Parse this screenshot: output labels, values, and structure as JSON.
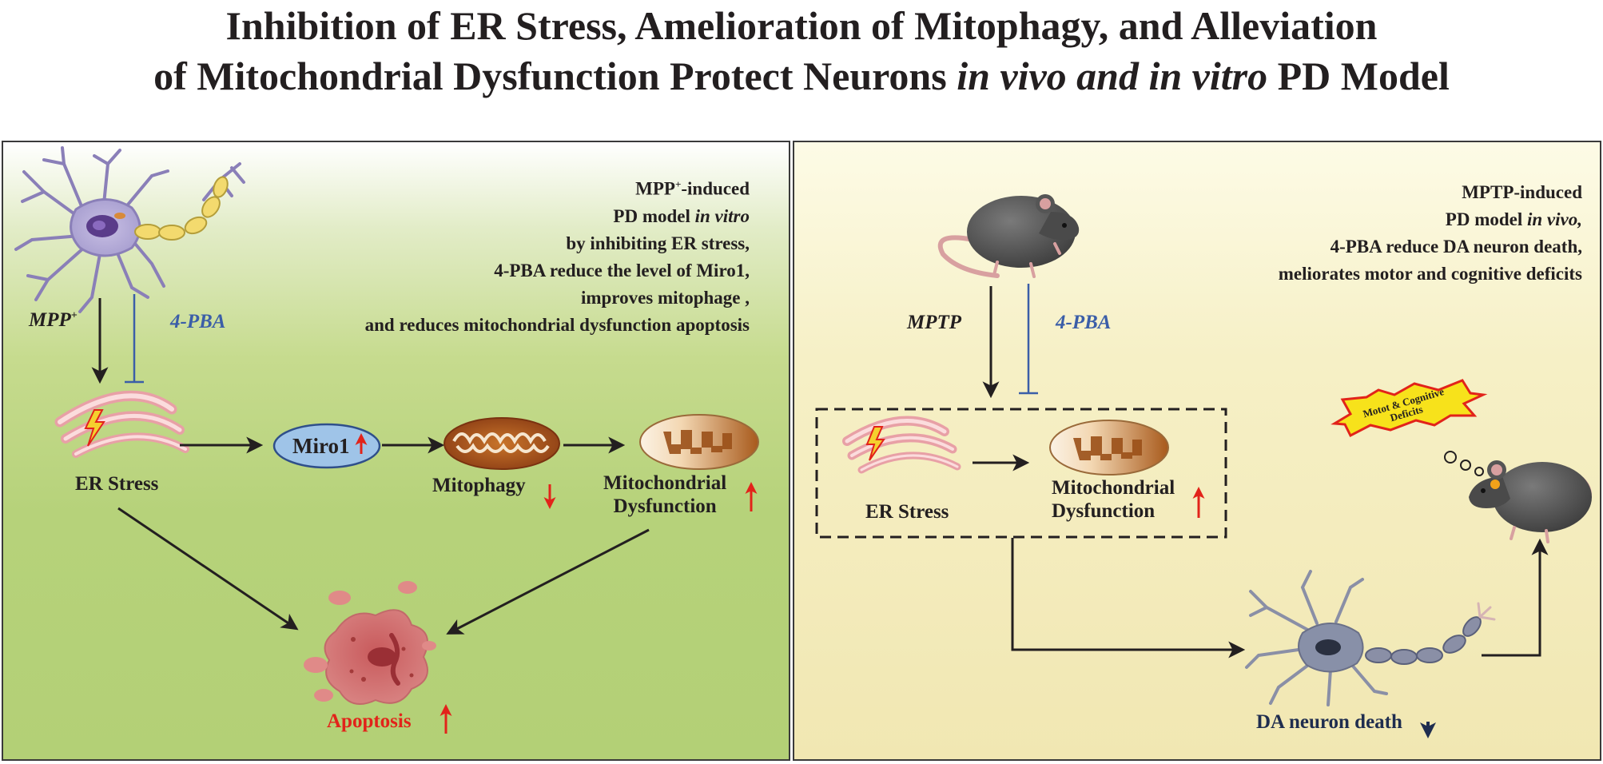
{
  "title": {
    "line1": "Inhibition of ER Stress, Amelioration of Mitophagy, and Alleviation",
    "line2_prefix": "of Mitochondrial Dysfunction Protect Neurons ",
    "line2_italic": "in vivo and in vitro",
    "line2_suffix": " PD Model"
  },
  "left_panel": {
    "desc": {
      "l1_base": "MPP",
      "l1_sup": "+",
      "l1_rest": "-induced",
      "l2_a": "PD model ",
      "l2_b": "in vitro",
      "l3": "by inhibiting ER stress,",
      "l4": "4-PBA reduce the level of Miro1,",
      "l5": "improves mitophage ,",
      "l6": "and reduces mitochondrial dysfunction apoptosis"
    },
    "mpp_base": "MPP",
    "mpp_sup": "+",
    "pba": "4-PBA",
    "er_stress": "ER Stress",
    "miro1": "Miro1",
    "mitophagy": "Mitophagy",
    "mito_dys_1": "Mitochondrial",
    "mito_dys_2": "Dysfunction",
    "apoptosis": "Apoptosis"
  },
  "right_panel": {
    "desc": {
      "l1": "MPTP-induced",
      "l2_a": "PD model ",
      "l2_b": "in vivo,",
      "l3": "4-PBA reduce DA neuron death,",
      "l4": "meliorates motor and cognitive deficits"
    },
    "mptp": "MPTP",
    "pba": "4-PBA",
    "er_stress": "ER Stress",
    "mito_dys_1": "Mitochondrial",
    "mito_dys_2": "Dysfunction",
    "badge_1": "Motot & Cognitive",
    "badge_2": "Deficits",
    "da_death": "DA neuron death"
  },
  "colors": {
    "red_arrow": "#e2231a",
    "blue_text": "#3b5ea8",
    "navy_arrow": "#1f2d4f",
    "miro_fill": "#9fc4e8",
    "badge_fill": "#f7e21b",
    "badge_edge": "#e2231a"
  }
}
